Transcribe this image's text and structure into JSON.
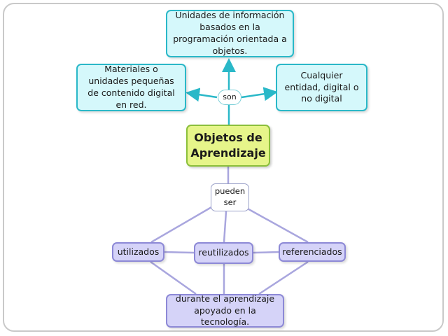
{
  "concepts": {
    "top": "Unidades de información basados en la programación orientada a objetos.",
    "left": "Materiales o unidades pequeñas de contenido digital en red.",
    "right": "Cualquier entidad, digital o no digital",
    "main": "Objetos de Aprendizaje",
    "utilizados": "utilizados",
    "reutilizados": "reutilizados",
    "referenciados": "referenciados",
    "bottom": "durante el aprendizaje apoyado en la tecnología."
  },
  "links": {
    "son": "son",
    "pueden_ser": "pueden ser"
  },
  "colors": {
    "cyan_fill": "#d5f8fb",
    "cyan_border": "#2ab8c8",
    "green_fill": "#e6f58a",
    "green_border": "#8bbf3b",
    "purple_fill": "#d5d3f8",
    "purple_border": "#8d89d6",
    "purple_line": "#a9a6de"
  }
}
